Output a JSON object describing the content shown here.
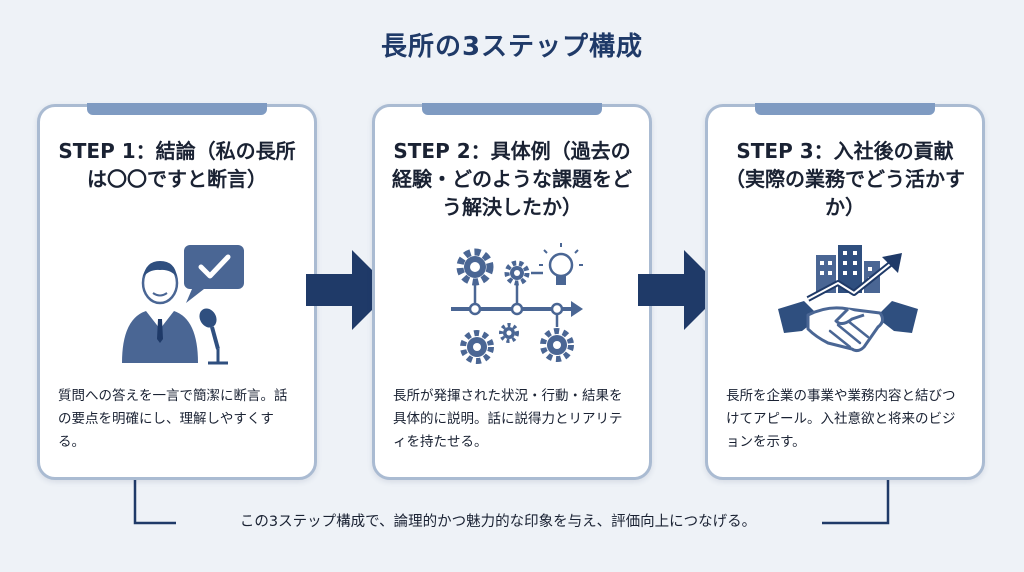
{
  "title": "長所の3ステップ構成",
  "steps": [
    {
      "title": "STEP 1：結論（私の長所は〇〇ですと断言）",
      "desc": "質問への答えを一言で簡潔に断言。話の要点を明確にし、理解しやすくする。",
      "icon": "speaker-check-icon"
    },
    {
      "title": "STEP 2：具体例（過去の経験・どのような課題をどう解決したか）",
      "desc": "長所が発揮された状況・行動・結果を具体的に説明。話に説得力とリアリティを持たせる。",
      "icon": "gears-lightbulb-icon"
    },
    {
      "title": "STEP 3：入社後の貢献（実際の業務でどう活かすか）",
      "desc": "長所を企業の事業や業務内容と結びつけてアピール。入社意欲と将来のビジョンを示す。",
      "icon": "handshake-growth-icon"
    }
  ],
  "footer": "この3ステップ構成で、論理的かつ魅力的な印象を与え、評価向上につなげる。",
  "colors": {
    "navy": "#1f3a68",
    "card_border": "#aabbd2",
    "icon_blue": "#4a6694"
  }
}
